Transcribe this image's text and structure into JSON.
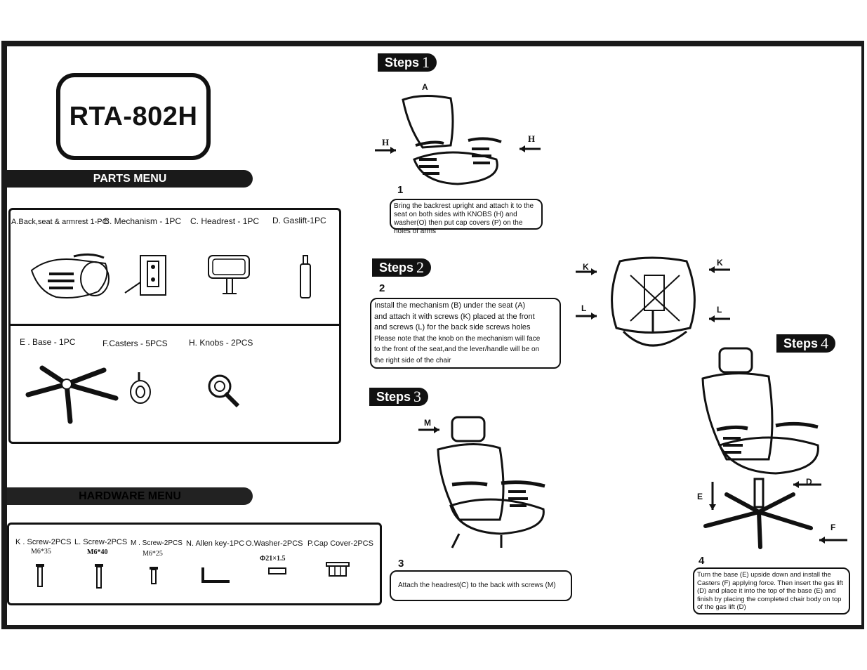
{
  "model": "RTA-802H",
  "parts_menu": {
    "title": "PARTS MENU",
    "items": [
      {
        "label": "A.Back,seat & armrest 1-PC"
      },
      {
        "label": "B. Mechanism - 1PC"
      },
      {
        "label": "C.  Headrest - 1PC"
      },
      {
        "label": "D. Gaslift-1PC"
      },
      {
        "label": "E . Base - 1PC"
      },
      {
        "label": "F.Casters - 5PCS"
      },
      {
        "label": "H. Knobs - 2PCS"
      }
    ]
  },
  "hardware_menu": {
    "title": "HARDWARE MENU",
    "items": [
      {
        "label": "K . Screw-2PCS",
        "spec": "M6*35"
      },
      {
        "label": "L. Screw-2PCS",
        "spec": "M6*40"
      },
      {
        "label": "M . Screw-2PCS",
        "spec": "M6*25"
      },
      {
        "label": "N. Allen key-1PC",
        "spec": ""
      },
      {
        "label": "O.Washer-2PCS",
        "spec": "Φ21×1.5"
      },
      {
        "label": "P.Cap Cover-2PCS",
        "spec": ""
      }
    ]
  },
  "steps": [
    {
      "badge": "Steps",
      "number": "1",
      "index": "1",
      "text": "Bring the backrest upright and attach it to the seat on both sides with KNOBS (H) and washer(O) then put cap covers (P) on the holes of arms",
      "labels": {
        "a": "A",
        "h_left": "H",
        "h_right": "H"
      }
    },
    {
      "badge": "Steps",
      "number": "2",
      "index": "2",
      "text_lines": [
        "Install the mechanism (B) under the seat (A)",
        "and attach it with  screws (K)  placed at the front",
        "and  screws (L)  for the back side screws holes",
        "Please note that the knob on the mechanism will face",
        "to the front of the seat,and the lever/handle will be on",
        "the right  side of the chair"
      ],
      "labels": {
        "k_left": "K",
        "k_right": "K",
        "l_left": "L",
        "l_right": "L"
      }
    },
    {
      "badge": "Steps",
      "number": "3",
      "index": "3",
      "text": "Attach the headrest(C) to the back with screws (M)",
      "labels": {
        "m": "M"
      }
    },
    {
      "badge": "Steps",
      "number": "4",
      "index": "4",
      "text": "Turn the base (E) upside down and install the Casters (F)  applying force. Then insert  the gas lift (D) and place it  into the top of the base (E) and finish by placing  the completed chair body on top of the gas lift (D)",
      "labels": {
        "d": "D",
        "e": "E",
        "f": "F"
      }
    }
  ]
}
